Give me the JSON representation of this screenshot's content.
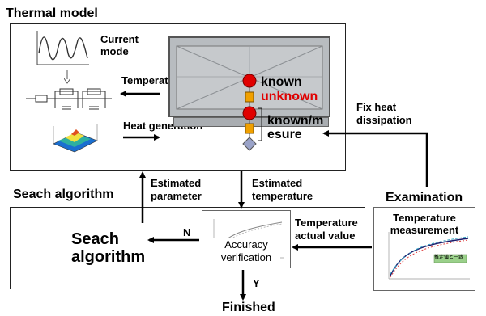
{
  "thermal_model": {
    "title": "Thermal model",
    "current_mode": "Current\nmode",
    "temperature": "Temperature",
    "heat_generation": "Heat generation",
    "known": "known",
    "unknown": "unknown",
    "known_measure": "known/m\nesure",
    "fix_heat_dissipation": "Fix heat\ndissipation"
  },
  "search": {
    "title": "Seach algorithm",
    "block_label": "Seach\nalgorithm",
    "estimated_parameter": "Estimated\nparameter",
    "estimated_temperature": "Estimated\ntemperature",
    "accuracy_verification": "Accuracy\nverification",
    "no_label": "N",
    "yes_label": "Y",
    "finished": "Finished"
  },
  "examination": {
    "title": "Examination",
    "temperature_actual_value": "Temperature\nactual value",
    "temperature_measurement": "Temperature\nmeasurement",
    "legend_text": "推定値と一致"
  },
  "colors": {
    "known_node": "#e00000",
    "unknown_text": "#e00000",
    "resistor": "#f0a000",
    "measure_node": "#9aa3c8",
    "arrow": "#000000"
  }
}
